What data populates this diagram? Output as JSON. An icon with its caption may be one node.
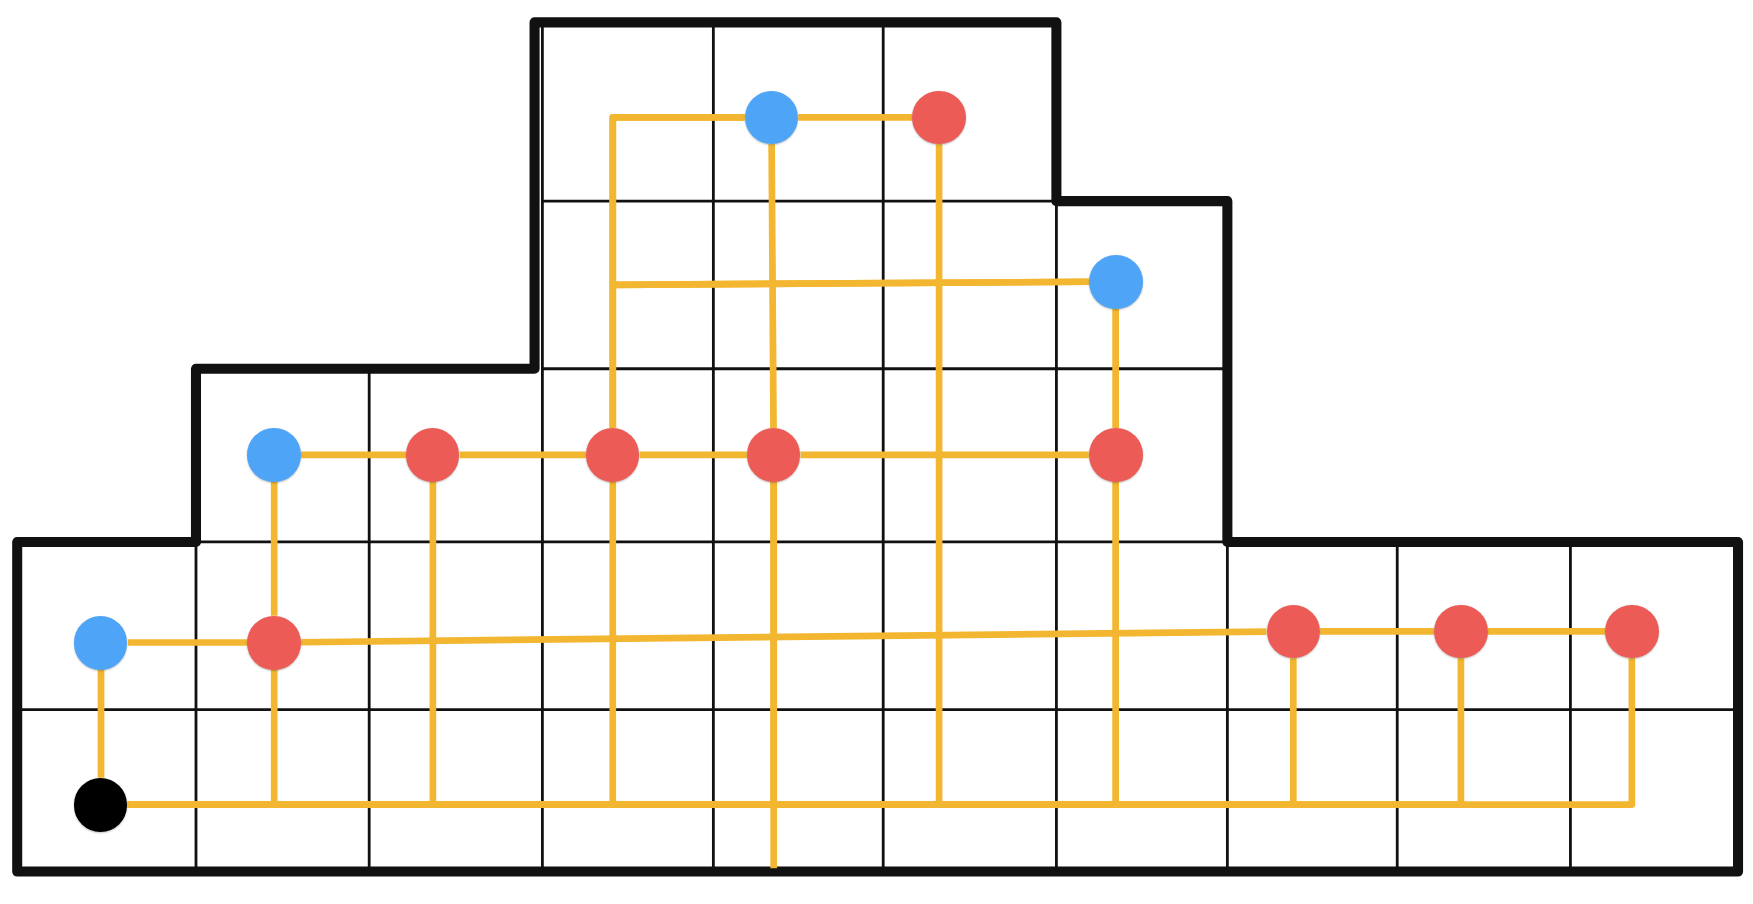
{
  "diagram": {
    "nodes": [
      {
        "text": [],
        "shape": "circle"
      },
      {
        "text": [],
        "shape": "circle"
      },
      {
        "text": [],
        "shape": "circle"
      },
      {
        "text": [],
        "shape": "circle"
      },
      {
        "text": [],
        "shape": "circle"
      },
      {
        "text": [],
        "shape": "circle"
      },
      {
        "text": [],
        "shape": "circle"
      },
      {
        "text": [],
        "shape": "circle"
      },
      {
        "text": [],
        "shape": "circle"
      },
      {
        "text": [],
        "shape": "circle"
      },
      {
        "text": [],
        "shape": "circle"
      },
      {
        "text": [],
        "shape": "circle"
      },
      {
        "text": [],
        "shape": "circle"
      },
      {
        "text": [],
        "shape": "circle"
      }
    ],
    "edges": [
      {
        "from": 0,
        "to": 1,
        "arrow": "none"
      },
      {
        "from": 0,
        "to": 6,
        "arrow": "none"
      },
      {
        "from": 0,
        "to": 5,
        "arrow": "none"
      },
      {
        "from": 2,
        "to": 0,
        "arrow": "none"
      },
      {
        "from": 2,
        "to": 5,
        "arrow": "none"
      },
      {
        "from": 2,
        "to": 7,
        "arrow": "none"
      },
      {
        "from": 3,
        "to": 4,
        "arrow": "none"
      },
      {
        "from": 4,
        "to": 5,
        "arrow": "none"
      },
      {
        "from": 5,
        "to": 6,
        "arrow": "none"
      },
      {
        "from": 6,
        "to": 7,
        "arrow": "none"
      },
      {
        "from": 3,
        "to": 9,
        "arrow": "none"
      },
      {
        "from": 8,
        "to": 9,
        "arrow": "none"
      },
      {
        "from": 9,
        "to": 10,
        "arrow": "none"
      },
      {
        "from": 10,
        "to": 11,
        "arrow": "none"
      },
      {
        "from": 11,
        "to": 12,
        "arrow": "none"
      },
      {
        "from": 8,
        "to": 13,
        "arrow": "none"
      },
      {
        "from": 13,
        "to": 9,
        "arrow": "none"
      },
      {
        "from": 13,
        "to": 4,
        "arrow": "none"
      },
      {
        "from": 13,
        "to": 5,
        "arrow": "none"
      },
      {
        "from": 13,
        "to": 6,
        "arrow": "none"
      },
      {
        "from": 13,
        "to": 1,
        "arrow": "none"
      },
      {
        "from": 13,
        "to": 7,
        "arrow": "none"
      },
      {
        "from": 13,
        "to": 10,
        "arrow": "none"
      },
      {
        "from": 13,
        "to": 11,
        "arrow": "none"
      },
      {
        "from": 13,
        "to": 12,
        "arrow": "none"
      },
      {
        "from": 6,
        "to": null,
        "arrow": "none"
      }
    ]
  }
}
